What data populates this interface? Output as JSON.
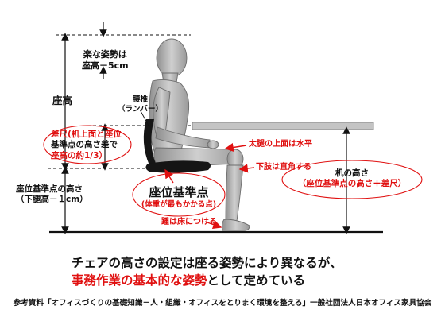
{
  "annotations": {
    "relaxed_posture": [
      "楽な姿勢は",
      "座高－5cm"
    ],
    "sitting_height": "座高",
    "lumbar_support": [
      "腰椎",
      "（ランバー）"
    ],
    "difference": [
      "差尺(机上面と座位",
      "基準点の高さ差で",
      "座高の約1/3）"
    ],
    "seat_reference_height": [
      "座位基準点の高さ",
      "（下腿高－１cm）"
    ],
    "thigh_horizontal": "太腿の上面は水平",
    "lower_leg_vertical": "下肢は直角する",
    "desk_height": [
      "机の高さ",
      "（座位基準点の高さ＋差尺）"
    ],
    "seat_reference_point": "座位基準点",
    "body_weight_point": "(体重が最もかかる点)",
    "heels_on_floor": "踵は床につける"
  },
  "headline": {
    "line1": "チェアの高さの設定は座る姿勢により異なるが、",
    "line2_red": "事務作業の基本的な姿勢",
    "line2_rest": "として定めている"
  },
  "credit": "参考資料「オフィスづくりの基礎知識－人・組織・オフィスをとりまく環境を整える」一般社団法人日本オフィス家具協会",
  "colors": {
    "accent_red": "#e01010",
    "figure_gray": "#a8a8a8",
    "desk_gray": "#c4c4c4",
    "lumbar_black": "#151515"
  }
}
